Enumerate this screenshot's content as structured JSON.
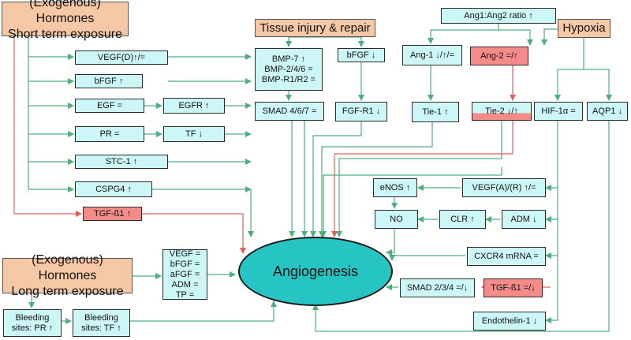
{
  "inputs": {
    "hormones_short_line1": "(Exogenous) Hormones",
    "hormones_short_line2": "Short term exposure",
    "hormones_long_line1": "(Exogenous) Hormones",
    "hormones_long_line2": "Long term exposure",
    "tissue_injury": "Tissue injury & repair",
    "hypoxia": "Hypoxia"
  },
  "short_term": {
    "vegf_d": "VEGF(D)↑/=",
    "bfgf": "bFGF ↑",
    "egf": "EGF =",
    "egfr": "EGFR ↑",
    "pr": "PR =",
    "tf": "TF ↓",
    "stc1": "STC-1 ↑",
    "cspg4": "CSPG4 ↑",
    "tgfb1": "TGF-ß1 ↑"
  },
  "long_term": {
    "factors": [
      "VEGF =",
      "bFGF =",
      "aFGF =",
      "ADM =",
      "TP ="
    ],
    "bleeding_pr": [
      "Bleeding",
      "sites: PR ↑"
    ],
    "bleeding_tf": [
      "Bleeding",
      "sites: TF ↑"
    ]
  },
  "tissue": {
    "bmp": [
      "BMP-7 ↑",
      "BMP-2/4/6 =",
      "BMP-R1/R2 ="
    ],
    "bfgf": "bFGF ↓",
    "smad467": "SMAD 4/6/7 =",
    "fgfr1": "FGF-R1 ↓"
  },
  "hypoxia_pathway": {
    "ang_ratio": "Ang1:Ang2 ratio ↑",
    "ang1": "Ang-1 ↓/↑/=",
    "ang2": "Ang-2 =/↑",
    "tie1": "Tie-1 ↑",
    "tie2": "Tie-2 ↓/↑",
    "hif1a": "HIF-1α =",
    "aqp1": "AQP1 ↓",
    "enos": "eNOS ↑",
    "vegf_ar": "VEGF(A)/(R) ↑/=",
    "no": "NO",
    "clr": "CLR ↑",
    "adm": "ADM ↓",
    "cxcr4": "CXCR4 mRNA =",
    "smad234": "SMAD 2/3/4 =/↓",
    "tgfb1": "TGF-ß1 =/↓",
    "endothelin": "Endothelin-1 ↓"
  },
  "center": {
    "label": "Angiogenesis"
  },
  "colors": {
    "green_arrow": "#4caf7d",
    "red_arrow": "#e0605a",
    "node_cyan": "#cdf6f6",
    "node_pink": "#f48b8b",
    "node_orange": "#f7c8a6",
    "angiogenesis_fill": "#27c4c4"
  }
}
